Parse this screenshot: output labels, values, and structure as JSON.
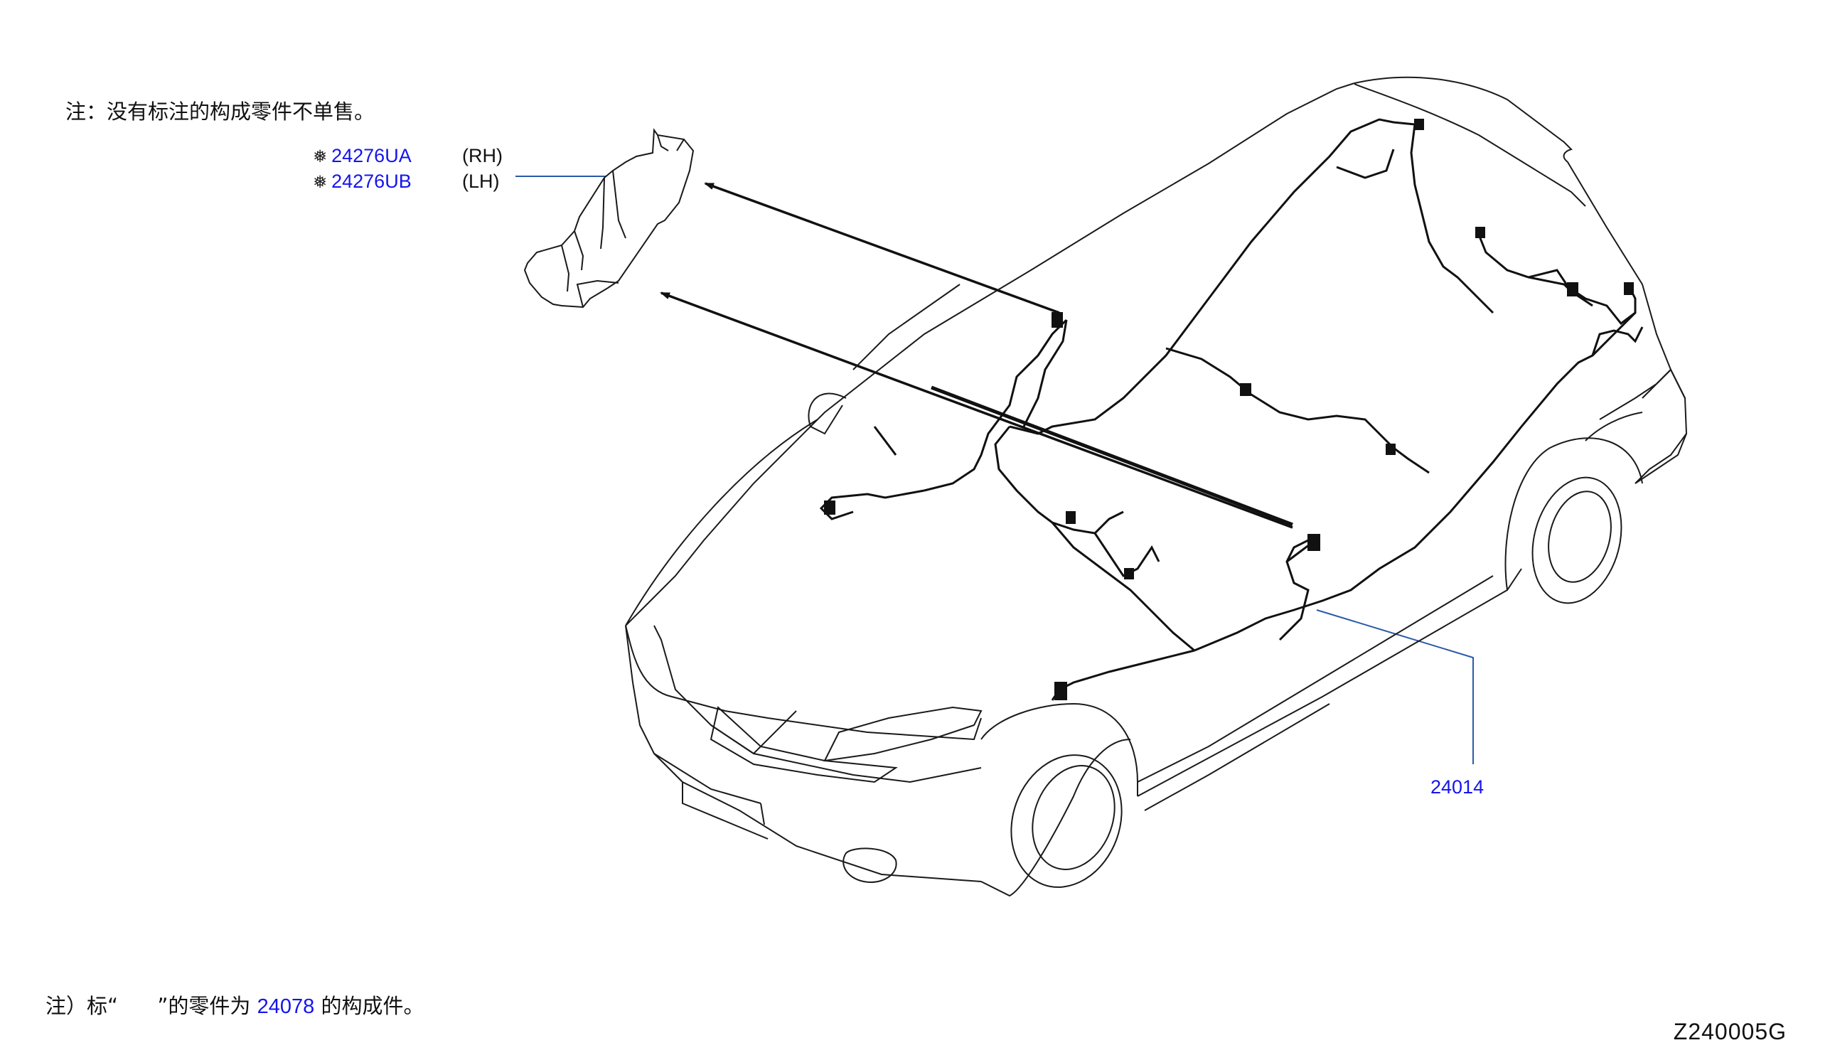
{
  "note_top": "注：没有标注的构成零件不单售。",
  "parts": [
    {
      "mark": "❅",
      "number": "24276UA",
      "side": "(RH)"
    },
    {
      "mark": "❅",
      "number": "24276UB",
      "side": "(LH)"
    }
  ],
  "harness_number": "24014",
  "note_bottom": {
    "prefix": "注）标“",
    "gap": "      ",
    "middle": "”的零件为",
    "ref_number": "24078",
    "suffix": "的构成件。"
  },
  "diagram_id": "Z240005G",
  "colors": {
    "callout": "#1414ee",
    "leader": "#2a5aa8",
    "line": "#1a1a1a"
  }
}
